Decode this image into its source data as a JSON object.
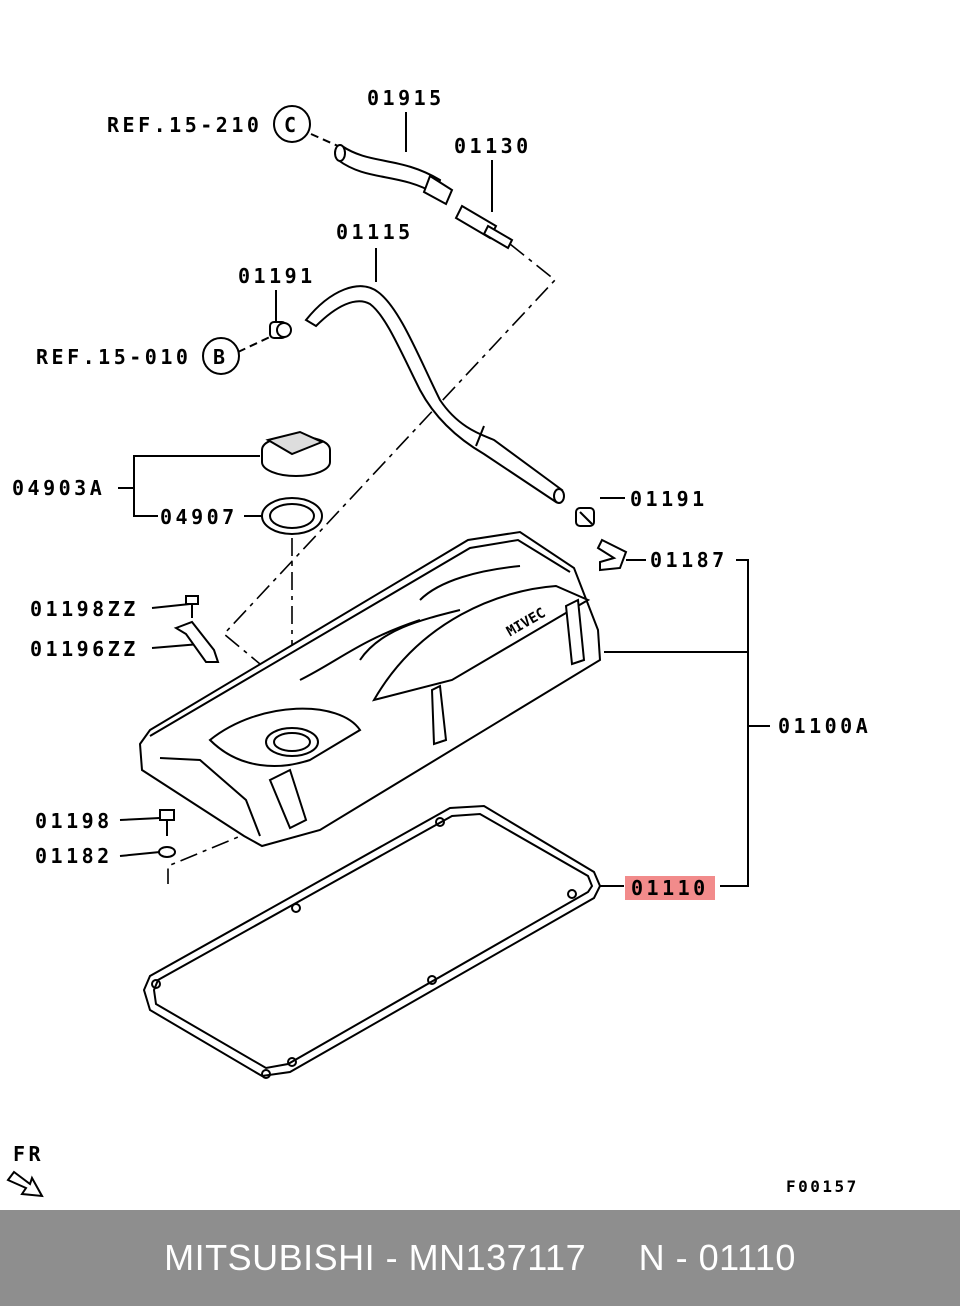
{
  "diagram": {
    "callouts": {
      "c01915": "01915",
      "c01130": "01130",
      "c01115": "01115",
      "c01191a": "01191",
      "c01191b": "01191",
      "c04903a": "04903A",
      "c04907": "04907",
      "c01187": "01187",
      "c01198zz": "01198ZZ",
      "c01196zz": "01196ZZ",
      "c01100a": "01100A",
      "c01198": "01198",
      "c01182": "01182",
      "c01110": "01110"
    },
    "refs": {
      "ref_c": "REF.15-210",
      "ref_c_letter": "C",
      "ref_b": "REF.15-010",
      "ref_b_letter": "B"
    },
    "emblem_text": "MIVEC",
    "direction_label": "FR",
    "figure_code": "F00157",
    "highlight_color": "#f28b8b"
  },
  "footer": {
    "text": "MITSUBISHI - MN137117     N - 01110"
  }
}
